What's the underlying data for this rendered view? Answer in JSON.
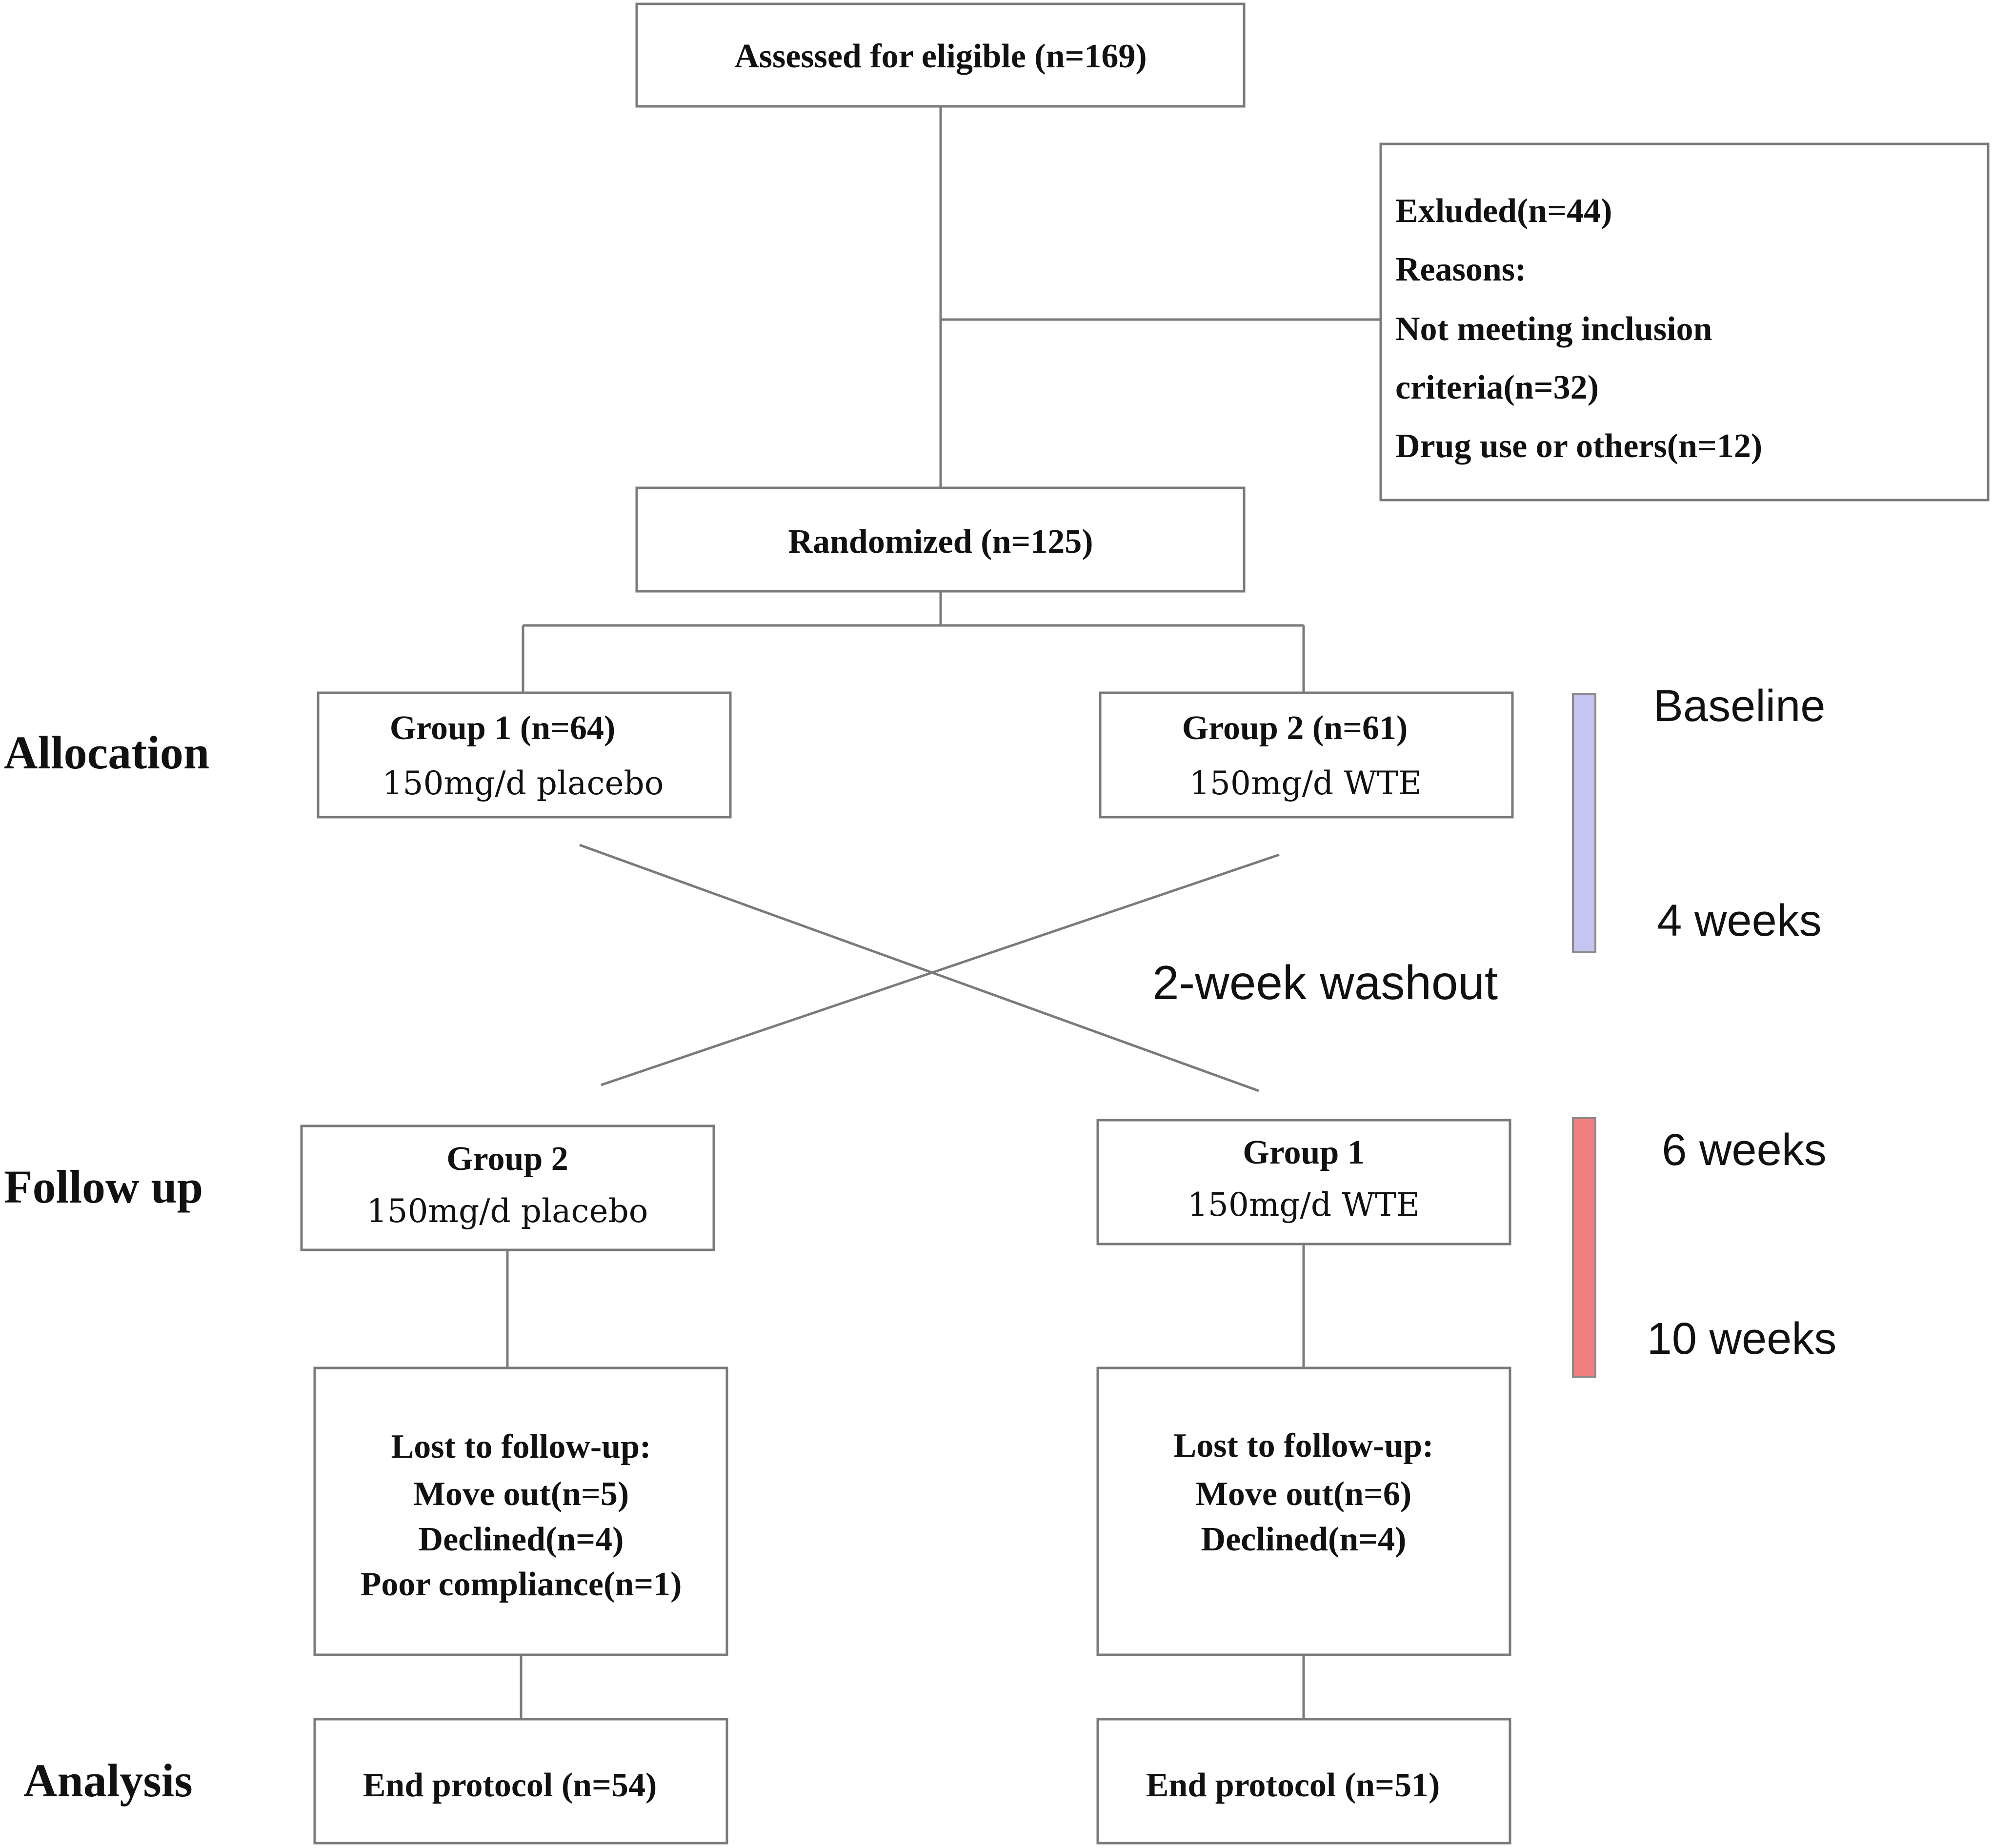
{
  "stages": {
    "allocation": "Allocation",
    "follow_up": "Follow up",
    "analysis": "Analysis"
  },
  "assessed": {
    "text": "Assessed for eligible (n=169)"
  },
  "excluded": {
    "lines": [
      "Exluded(n=44)",
      "Reasons:",
      "Not meeting inclusion",
      "criteria(n=32)",
      "Drug use or others(n=12)"
    ]
  },
  "randomized": {
    "text": "Randomized (n=125)"
  },
  "allocation": {
    "left": {
      "title": "Group 1 (n=64)",
      "dose": "150mg/d placebo"
    },
    "right": {
      "title": "Group 2 (n=61)",
      "dose": "150mg/d WTE"
    }
  },
  "washout": {
    "text": "2-week washout",
    "color": "#7a1010"
  },
  "follow_up": {
    "left": {
      "title": "Group 2",
      "dose": "150mg/d placebo"
    },
    "right": {
      "title": "Group 1",
      "dose": "150mg/d WTE"
    }
  },
  "lost": {
    "left": {
      "lines": [
        "Lost to follow-up:",
        "Move out(n=5)",
        "Declined(n=4)",
        "Poor compliance(n=1)"
      ]
    },
    "right": {
      "lines": [
        "Lost to follow-up:",
        "Move out(n=6)",
        "Declined(n=4)"
      ]
    }
  },
  "analysis": {
    "left": "End protocol (n=54)",
    "right": "End protocol (n=51)"
  },
  "timeline": {
    "period1": {
      "start": "Baseline",
      "end": "4 weeks",
      "color": "#c5c5f2"
    },
    "period2": {
      "start": "6 weeks",
      "end": "10 weeks",
      "color": "#f08080"
    }
  }
}
